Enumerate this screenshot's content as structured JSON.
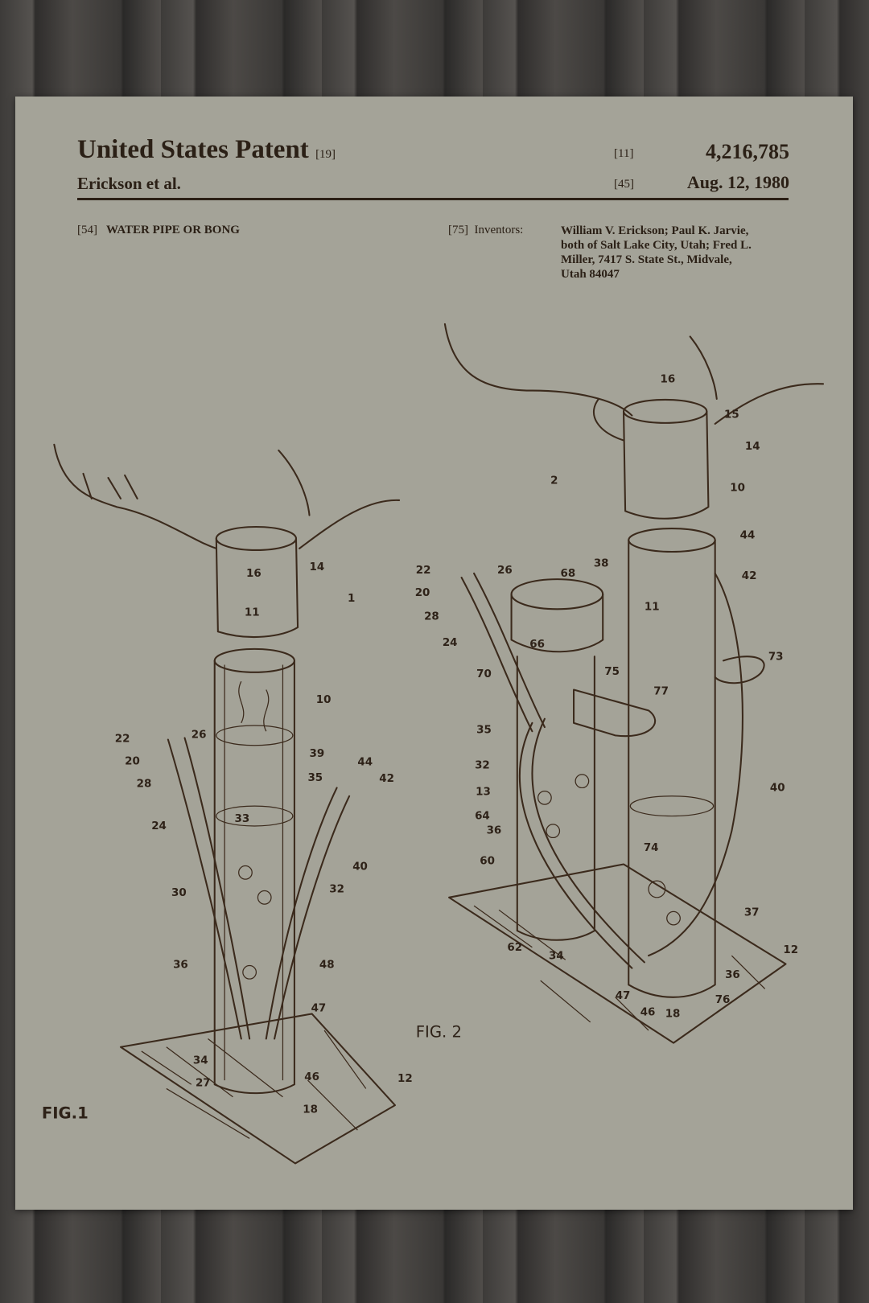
{
  "header": {
    "title": "United States Patent",
    "title_code": "[19]",
    "assignee": "Erickson et al.",
    "number_code": "[11]",
    "number": "4,216,785",
    "date_code": "[45]",
    "date": "Aug. 12, 1980"
  },
  "invention": {
    "code": "[54]",
    "title": "WATER PIPE OR BONG"
  },
  "inventors": {
    "code": "[75]",
    "label": "Inventors:",
    "lines": [
      "William V. Erickson; Paul K. Jarvie,",
      "both of Salt Lake City, Utah; Fred L.",
      "Miller, 7417 S. State St., Midvale,",
      "Utah 84047"
    ]
  },
  "figures": {
    "fig1": {
      "caption": "FIG.1",
      "labels": [
        "14",
        "16",
        "11",
        "1",
        "10",
        "22",
        "26",
        "20",
        "28",
        "39",
        "44",
        "42",
        "35",
        "24",
        "33",
        "40",
        "30",
        "32",
        "36",
        "48",
        "47",
        "34",
        "27",
        "46",
        "18",
        "12"
      ]
    },
    "fig2": {
      "caption": "FIG. 2",
      "labels": [
        "16",
        "15",
        "14",
        "2",
        "10",
        "44",
        "42",
        "38",
        "22",
        "26",
        "68",
        "20",
        "28",
        "11",
        "24",
        "66",
        "73",
        "70",
        "75",
        "77",
        "35",
        "32",
        "40",
        "13",
        "64",
        "36",
        "60",
        "74",
        "37",
        "12",
        "62",
        "34",
        "36",
        "47",
        "46",
        "18",
        "76"
      ]
    }
  },
  "colors": {
    "paper": "#a4a398",
    "ink": "#3b2a1c",
    "wood": "#4a4846"
  }
}
